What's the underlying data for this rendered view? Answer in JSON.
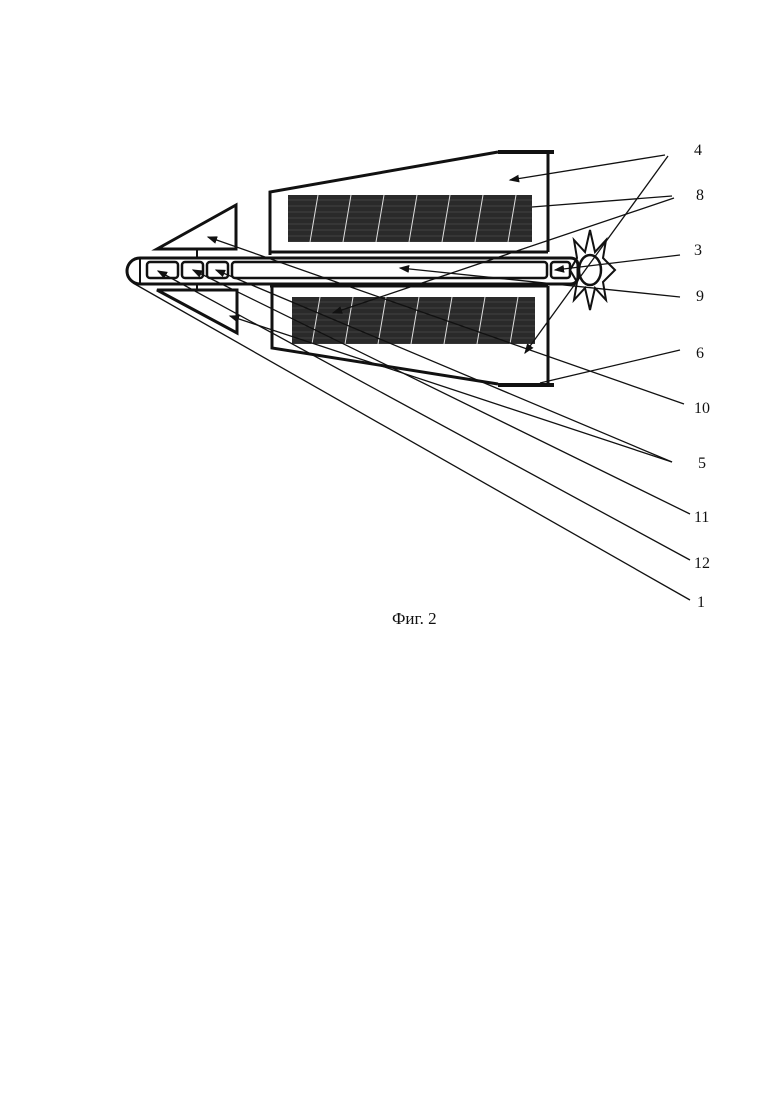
{
  "figure": {
    "caption": "Фиг. 2",
    "labels": [
      "4",
      "8",
      "3",
      "9",
      "6",
      "10",
      "5",
      "11",
      "12",
      "1"
    ]
  }
}
